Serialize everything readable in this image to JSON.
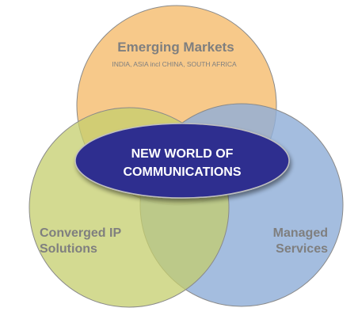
{
  "diagram": {
    "type": "venn",
    "center": {
      "line1": "NEW WORLD OF",
      "line2": "COMMUNICATIONS"
    },
    "circles": [
      {
        "id": "emerging-markets",
        "title": "Emerging Markets",
        "subtitle": "INDIA, ASIA incl CHINA, SOUTH AFRICA",
        "color": "#F6C27A"
      },
      {
        "id": "converged-ip",
        "title_line1": "Converged IP",
        "title_line2": "Solutions",
        "color": "#CBD27E"
      },
      {
        "id": "managed-services",
        "title_line1": "Managed",
        "title_line2": "Services",
        "color": "#90AFD8"
      }
    ],
    "colors": {
      "label_text": "#7F7F7F",
      "center_fill": "#2E2D8F",
      "center_text": "#FFFFFF",
      "outline": "#8A8A8A"
    }
  }
}
